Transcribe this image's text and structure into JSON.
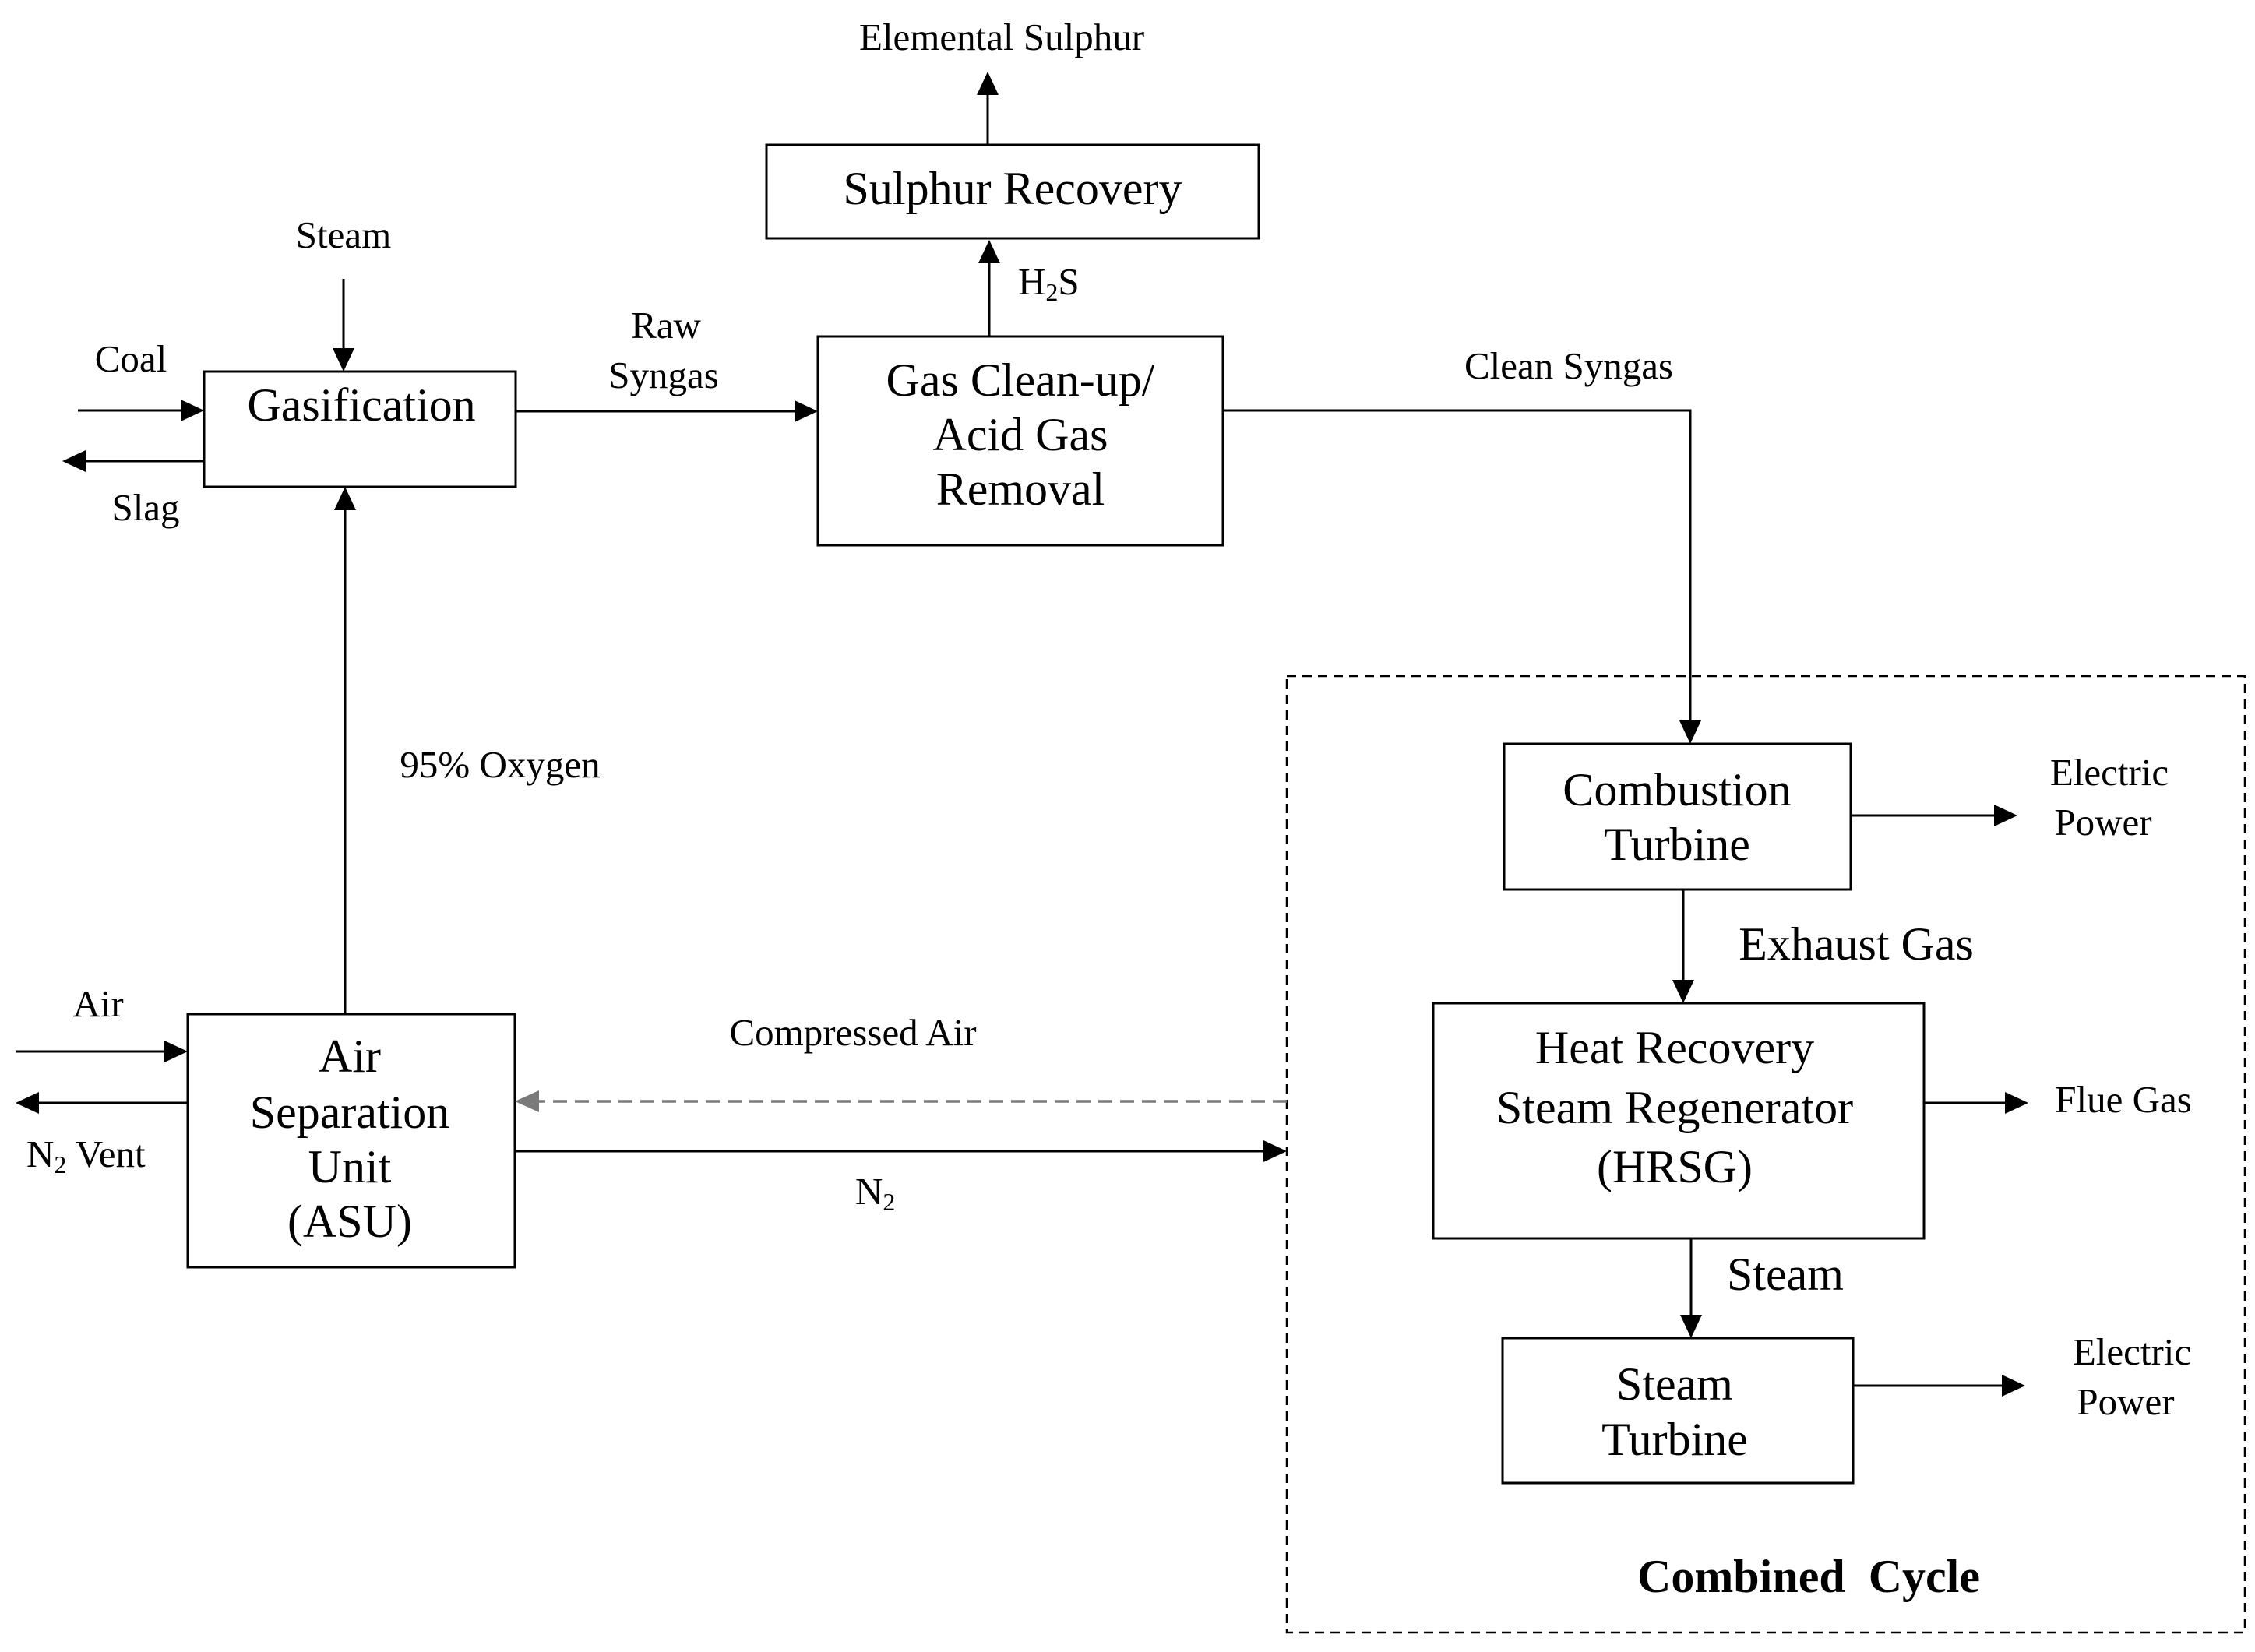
{
  "blocks": {
    "gasification": "Gasification",
    "gas_cleanup": [
      "Gas Clean-up/",
      "Acid Gas",
      "Removal"
    ],
    "sulphur_recovery": "Sulphur Recovery",
    "asu": [
      "Air",
      "Separation",
      "Unit",
      "(ASU)"
    ],
    "combustion_turbine": [
      "Combustion",
      "Turbine"
    ],
    "hrsg": [
      "Heat Recovery",
      "Steam Regenerator",
      "(HRSG)"
    ],
    "steam_turbine": [
      "Steam",
      "Turbine"
    ]
  },
  "streams": {
    "elemental_sulphur": "Elemental Sulphur",
    "steam_in": "Steam",
    "coal": "Coal",
    "slag": "Slag",
    "raw_syngas": [
      "Raw",
      "Syngas"
    ],
    "h2s": {
      "base": "H",
      "sub": "2",
      "rest": "S"
    },
    "clean_syngas": "Clean Syngas",
    "oxygen": "95% Oxygen",
    "air": "Air",
    "n2_vent": {
      "base": "N",
      "sub": "2",
      "rest": " Vent"
    },
    "compressed_air": "Compressed Air",
    "n2": {
      "base": "N",
      "sub": "2"
    },
    "electric_power_1": [
      "Electric",
      "Power"
    ],
    "exhaust_gas": "Exhaust Gas",
    "flue_gas": "Flue Gas",
    "steam_hrsg": "Steam",
    "electric_power_2": [
      "Electric",
      "Power"
    ]
  },
  "region_label": "Combined  Cycle"
}
